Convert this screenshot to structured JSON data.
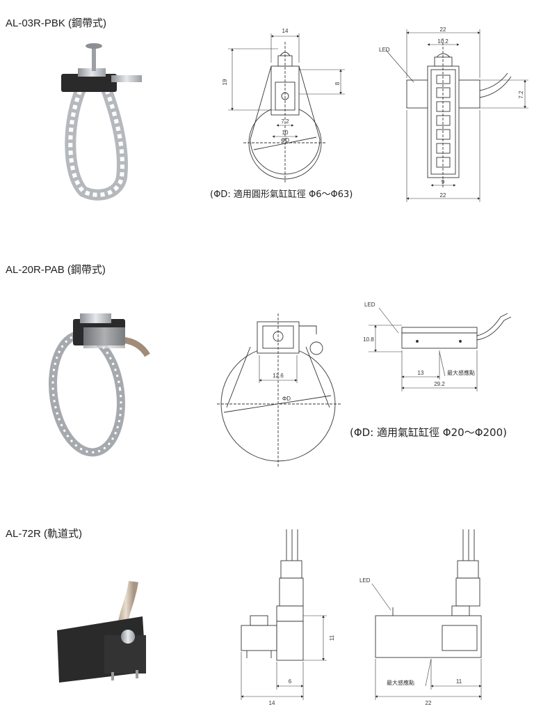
{
  "sections": [
    {
      "title": "AL-03R-PBK (鋼帶式)",
      "caption": "(ΦD: 適用圓形氣缸缸徑 Φ6～Φ63)",
      "front_dims": {
        "w": "14",
        "h": "19",
        "h2": "8",
        "inner": "7.2",
        "outer": "10",
        "dia": "ΦD"
      },
      "side_dims": {
        "w": "22",
        "w2": "10.2",
        "h": "7.2",
        "b": "9",
        "bw": "22",
        "led": "LED"
      }
    },
    {
      "title": "AL-20R-PAB (鋼帶式)",
      "caption": "(ΦD: 適用氣缸缸徑 Φ20～Φ200)",
      "front_dims": {
        "w": "12.6",
        "dia": "ΦD"
      },
      "side_dims": {
        "h": "10.8",
        "a": "13",
        "total": "29.2",
        "sense": "最大感應點",
        "led": "LED"
      }
    },
    {
      "title": "AL-72R (軌道式)",
      "front_dims": {
        "h": "11",
        "w": "6",
        "total": "14"
      },
      "side_dims": {
        "a": "11",
        "total": "22",
        "sense": "最大感應點",
        "led": "LED"
      }
    }
  ]
}
